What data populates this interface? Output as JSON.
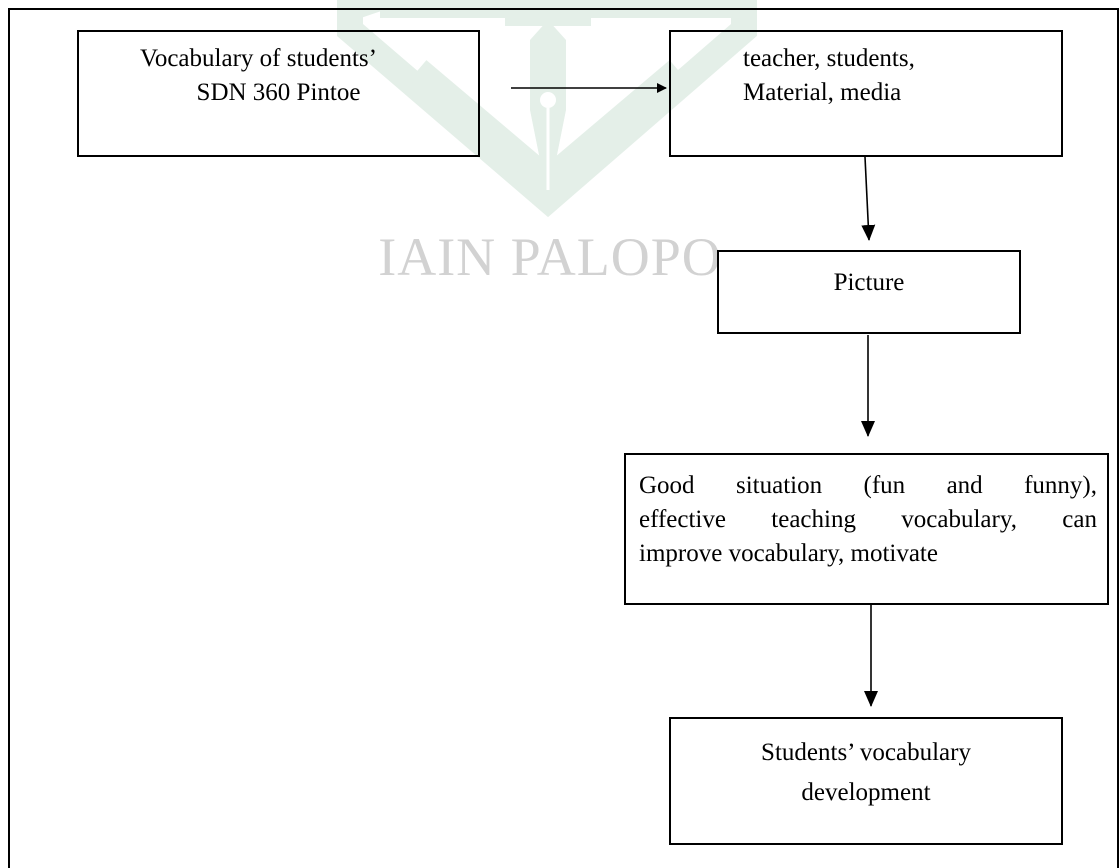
{
  "watermark": {
    "text": "IAIN PALOPO",
    "color": "#d2d2d2",
    "emblem_color": "#e4efe8"
  },
  "diagram": {
    "nodes": [
      {
        "id": "vocab",
        "lines": [
          "Vocabulary of students’",
          "SDN 360 Pintoe"
        ]
      },
      {
        "id": "tsmm",
        "lines": [
          "teacher, students,",
          "Material, media"
        ]
      },
      {
        "id": "picture",
        "lines": [
          "Picture"
        ]
      },
      {
        "id": "good",
        "lines": [
          "Good situation (fun and funny),",
          "effective teaching vocabulary, can",
          "improve vocabulary, motivate"
        ]
      },
      {
        "id": "dev",
        "lines": [
          "Students’ vocabulary",
          "development"
        ]
      }
    ],
    "edges": [
      {
        "from": "vocab",
        "to": "tsmm"
      },
      {
        "from": "tsmm",
        "to": "picture"
      },
      {
        "from": "picture",
        "to": "good"
      },
      {
        "from": "good",
        "to": "dev"
      }
    ]
  }
}
